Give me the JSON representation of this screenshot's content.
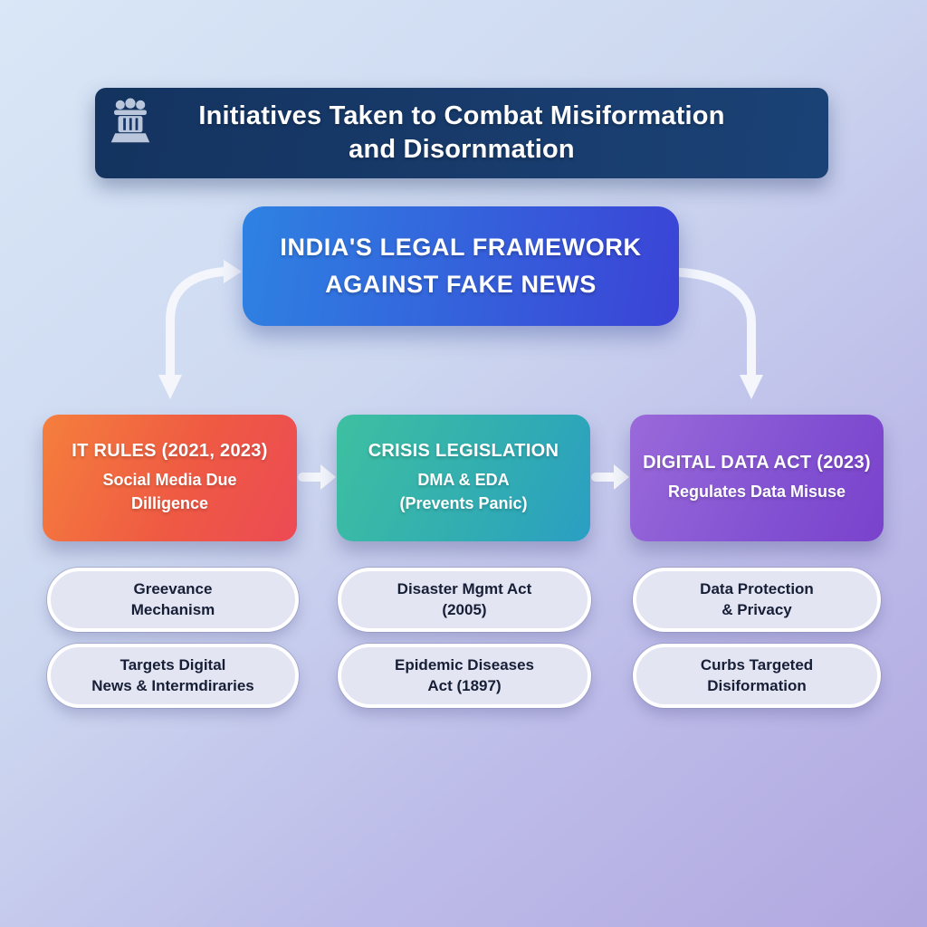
{
  "header": {
    "emblem_icon": "india-emblem-icon",
    "title_line1": "Initiatives Taken to Combat Misiformation",
    "title_line2": "and Disornmation",
    "bg_color": "#16386a"
  },
  "framework": {
    "line1": "INDIA'S LEGAL FRAMEWORK",
    "line2": "AGAINST FAKE NEWS",
    "gradient_start": "#2e82e2",
    "gradient_end": "#3b43d6"
  },
  "cards": [
    {
      "title": "IT RULES (2021, 2023)",
      "subtitle_line1": "Social Media Due",
      "subtitle_line2": "Dilligence",
      "gradient_start": "#f57f3d",
      "gradient_end": "#ec4a54",
      "pills": [
        {
          "line1": "Greevance",
          "line2": "Mechanism"
        },
        {
          "line1": "Targets Digital",
          "line2": "News & Intermdiraries"
        }
      ]
    },
    {
      "title": "CRISIS LEGISLATION",
      "subtitle_line1": "DMA & EDA",
      "subtitle_line2": "(Prevents Panic)",
      "gradient_start": "#3ec0a0",
      "gradient_end": "#2b9ec3",
      "pills": [
        {
          "line1": "Disaster Mgmt Act",
          "line2": "(2005)"
        },
        {
          "line1": "Epidemic Diseases",
          "line2": "Act (1897)"
        }
      ]
    },
    {
      "title": "DIGITAL DATA ACT (2023)",
      "subtitle_line1": "Regulates Data Misuse",
      "subtitle_line2": "",
      "gradient_start": "#9a6ada",
      "gradient_end": "#7a42cc",
      "pills": [
        {
          "line1": "Data Protection",
          "line2": "& Privacy"
        },
        {
          "line1": "Curbs Targeted",
          "line2": "Disiformation"
        }
      ]
    }
  ],
  "arrows": {
    "color": "#f6f8fd",
    "framework_to_it_rules": "curved-double-arrow",
    "framework_to_digital_data": "curved-down-arrow",
    "it_rules_to_crisis": "right-arrow",
    "crisis_to_digital": "right-arrow"
  },
  "background": {
    "gradient_start": "#d9e7f7",
    "gradient_end": "#b1a7e0"
  }
}
